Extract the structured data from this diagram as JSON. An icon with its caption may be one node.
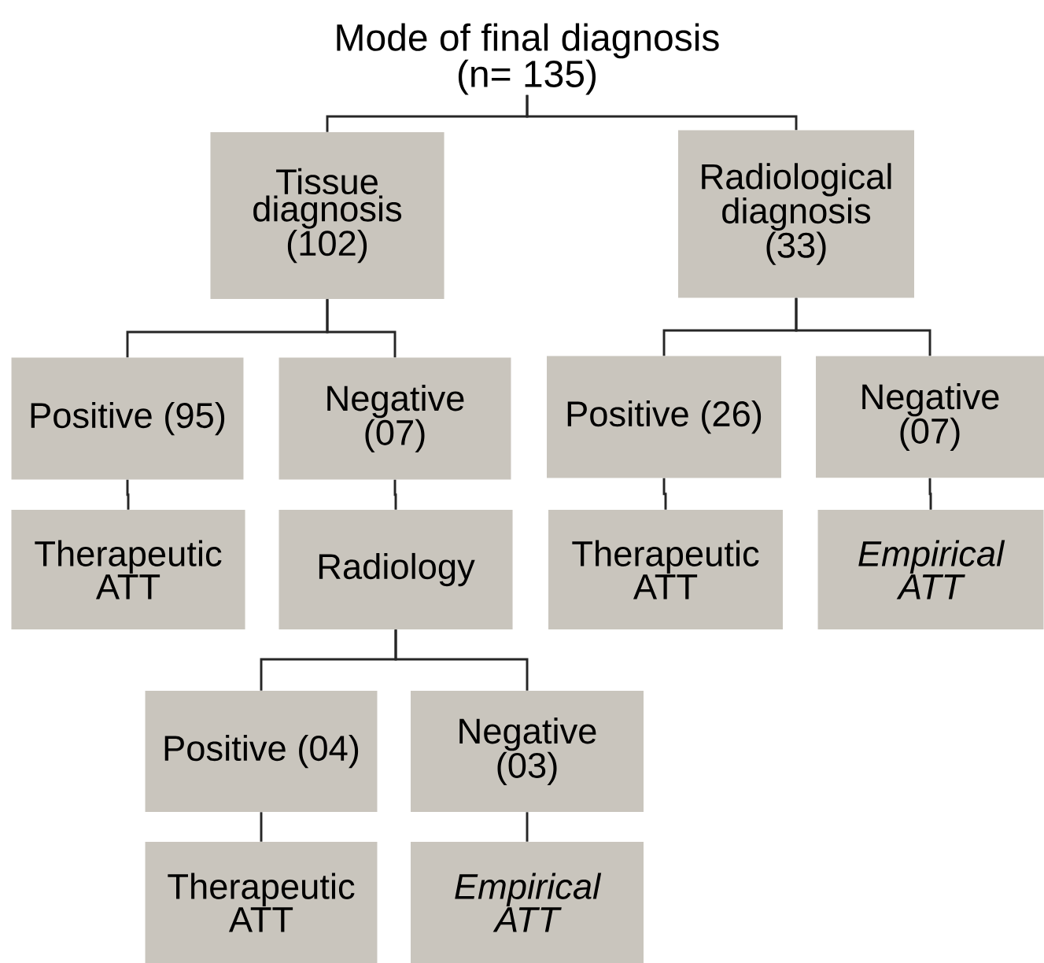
{
  "diagram": {
    "nodes": [
      {
        "text": [
          "Mode of final diagnosis (n= 135)"
        ]
      },
      {
        "text": [
          "Tissue diagnosis (102)"
        ]
      },
      {
        "text": [
          "Radiological diagnosis (33)"
        ]
      },
      {
        "text": [
          "Positive (95)"
        ]
      },
      {
        "text": [
          "Negative (07)"
        ]
      },
      {
        "text": [
          "Positive (26)"
        ]
      },
      {
        "text": [
          "Negative (07)"
        ]
      },
      {
        "text": [
          "Therapeutic ATT"
        ]
      },
      {
        "text": [
          "Radiology"
        ]
      },
      {
        "text": [
          "Therapeutic ATT"
        ]
      },
      {
        "text": [
          "Empirical ATT"
        ]
      },
      {
        "text": [
          "Positive (04)"
        ]
      },
      {
        "text": [
          "Negative (03)"
        ]
      },
      {
        "text": [
          "Therapeutic ATT"
        ]
      },
      {
        "text": [
          "Empirical ATT"
        ]
      }
    ],
    "edges": [
      {
        "from": 0,
        "to": 1,
        "arrow": "none"
      },
      {
        "from": 0,
        "to": 2,
        "arrow": "none"
      },
      {
        "from": 1,
        "to": 3,
        "arrow": "none"
      },
      {
        "from": 1,
        "to": 4,
        "arrow": "none"
      },
      {
        "from": 2,
        "to": 5,
        "arrow": "none"
      },
      {
        "from": 2,
        "to": 6,
        "arrow": "none"
      },
      {
        "from": 3,
        "to": 7,
        "arrow": "none"
      },
      {
        "from": 4,
        "to": 8,
        "arrow": "none"
      },
      {
        "from": 5,
        "to": 9,
        "arrow": "none"
      },
      {
        "from": 6,
        "to": 10,
        "arrow": "none"
      },
      {
        "from": 8,
        "to": 11,
        "arrow": "none"
      },
      {
        "from": 8,
        "to": 12,
        "arrow": "none"
      },
      {
        "from": 11,
        "to": 13,
        "arrow": "none"
      },
      {
        "from": 12,
        "to": 14,
        "arrow": "none"
      }
    ]
  }
}
